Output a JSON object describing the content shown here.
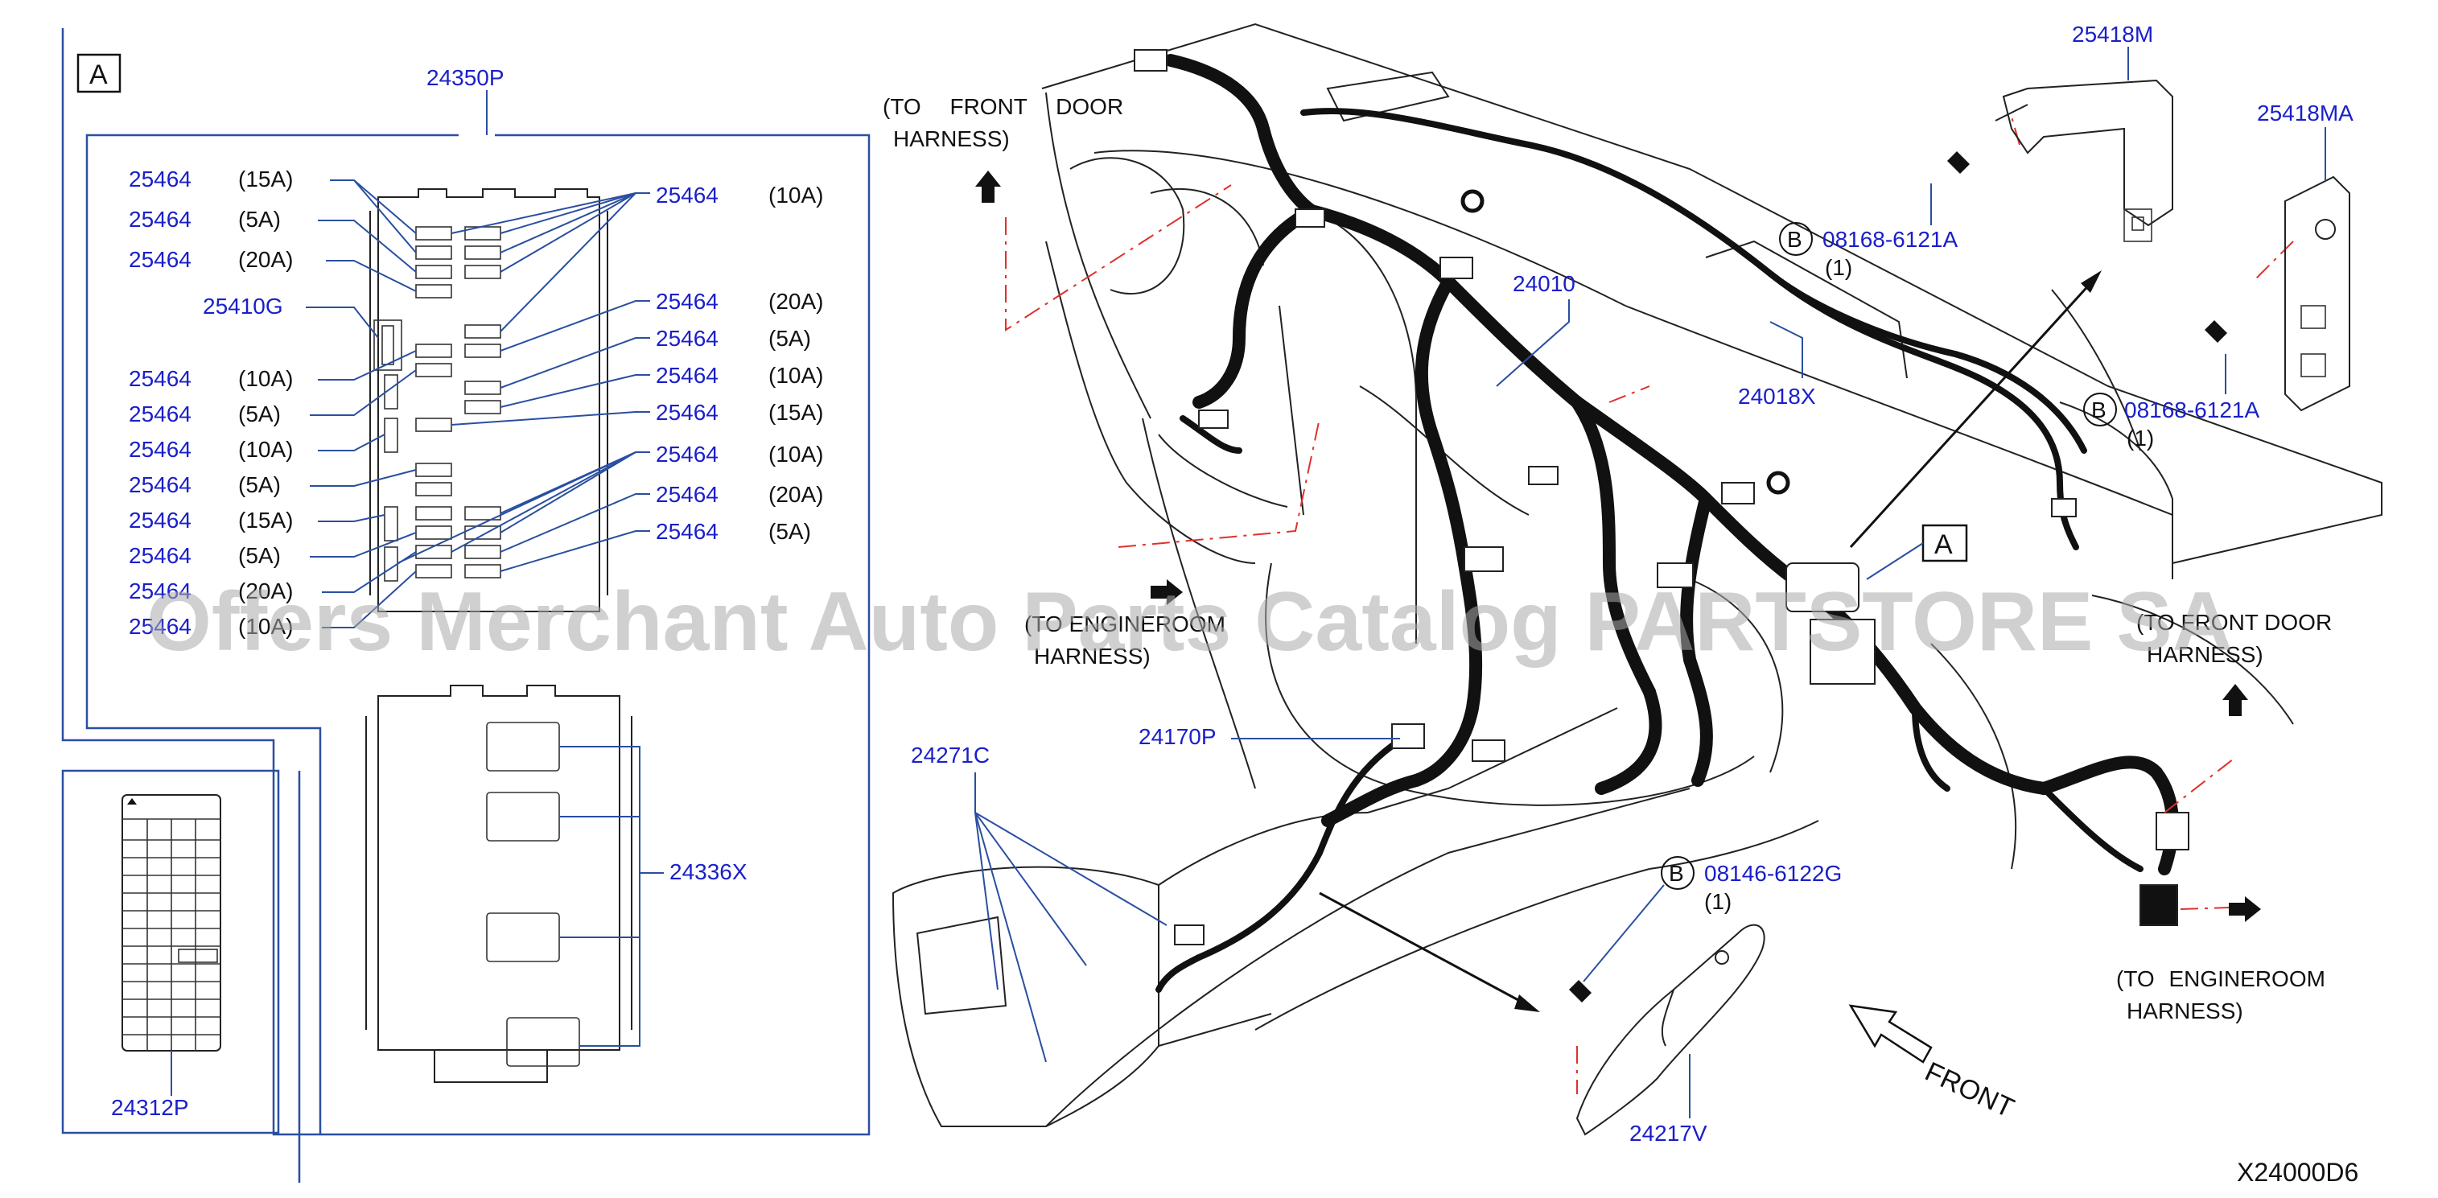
{
  "fuse_box": {
    "section_label": "A",
    "part_number": "24350P",
    "left_labels": [
      {
        "part": "25464",
        "amp": "(15A)"
      },
      {
        "part": "25464",
        "amp": "(5A)"
      },
      {
        "part": "25464",
        "amp": "(20A)"
      },
      {
        "part": "25410G",
        "amp": ""
      },
      {
        "part": "25464",
        "amp": "(10A)"
      },
      {
        "part": "25464",
        "amp": "(5A)"
      },
      {
        "part": "25464",
        "amp": "(10A)"
      },
      {
        "part": "25464",
        "amp": "(5A)"
      },
      {
        "part": "25464",
        "amp": "(15A)"
      },
      {
        "part": "25464",
        "amp": "(5A)"
      },
      {
        "part": "25464",
        "amp": "(20A)"
      },
      {
        "part": "25464",
        "amp": "(10A)"
      }
    ],
    "right_labels": [
      {
        "part": "25464",
        "amp": "(10A)"
      },
      {
        "part": "25464",
        "amp": "(20A)"
      },
      {
        "part": "25464",
        "amp": "(5A)"
      },
      {
        "part": "25464",
        "amp": "(10A)"
      },
      {
        "part": "25464",
        "amp": "(15A)"
      },
      {
        "part": "25464",
        "amp": "(10A)"
      },
      {
        "part": "25464",
        "amp": "(20A)"
      },
      {
        "part": "25464",
        "amp": "(5A)"
      }
    ],
    "relay_box": "24336X",
    "label_card": "24312P"
  },
  "harness": {
    "main": "24010",
    "upper": "24018X",
    "console": "24170P",
    "clips": "24271C",
    "bracket": "24217V",
    "bracket_upper": "25418M",
    "bracket_upper_a": "25418MA"
  },
  "bolts": [
    {
      "ref": "B",
      "part": "08168-6121A",
      "qty": "(1)"
    },
    {
      "ref": "B",
      "part": "08168-6121A",
      "qty": "(1)"
    },
    {
      "ref": "B",
      "part": "08146-6122G",
      "qty": "(1)"
    }
  ],
  "notes": {
    "front_door_left_1": "(TO FRONT DOOR",
    "front_door_left_2": "HARNESS)",
    "engineroom_left_1": "(TO ENGINEROOM",
    "engineroom_left_2": "HARNESS)",
    "front_door_right_1": "(TO FRONT DOOR",
    "front_door_right_2": "HARNESS)",
    "engineroom_right_1": "(TO ENGINEROOM",
    "engineroom_right_2": "HARNESS)",
    "front": "FRONT",
    "detail_ref": "A"
  },
  "diagram_code": "X24000D6",
  "watermark": "Offers Merchant Auto Parts Catalog PARTSTORE SA"
}
